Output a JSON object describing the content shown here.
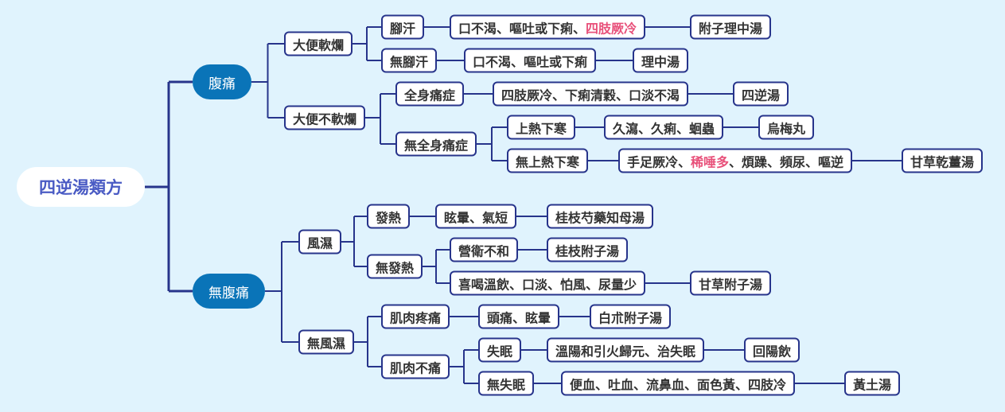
{
  "root": "四逆湯類方",
  "branches": {
    "pain": "腹痛",
    "nopain": "無腹痛"
  },
  "nodes": {
    "stool_loose": "大便軟爛",
    "stool_notloose": "大便不軟爛",
    "leg_sweat": "腳汗",
    "no_leg_sweat": "無腳汗",
    "sym1_a": "口不渴、嘔吐或下痢、",
    "sym1_b": "四肢厥冷",
    "f1": "附子理中湯",
    "sym2": "口不渴、嘔吐或下痢",
    "f2": "理中湯",
    "whole_body": "全身痛症",
    "sym3": "四肢厥冷、下痢清穀、口淡不渴",
    "f3": "四逆湯",
    "no_whole_body": "無全身痛症",
    "upper_heat": "上熱下寒",
    "sym4": "久瀉、久痢、蛔蟲",
    "f4": "烏梅丸",
    "no_upper_heat": "無上熱下寒",
    "sym5_a": "手足厥冷、",
    "sym5_b": "稀唾多",
    "sym5_c": "、煩躁、頻尿、嘔逆",
    "f5": "甘草乾薑湯",
    "wind_damp": "風濕",
    "fever": "發熱",
    "sym6": "眩暈、氣短",
    "f6": "桂枝芍藥知母湯",
    "no_fever": "無發熱",
    "ying_wei": "營衛不和",
    "f7": "桂枝附子湯",
    "sym8": "喜喝溫飲、口淡、怕風、尿量少",
    "f8": "甘草附子湯",
    "no_wind_damp": "無風濕",
    "muscle_pain": "肌肉疼痛",
    "sym9": "頭痛、眩暈",
    "f9": "白朮附子湯",
    "no_muscle_pain": "肌肉不痛",
    "insomnia": "失眠",
    "sym10": "溫陽和引火歸元、治失眠",
    "f10": "回陽飲",
    "no_insomnia": "無失眠",
    "sym11": "便血、吐血、流鼻血、面色黃、四肢冷",
    "f11": "黃土湯"
  },
  "colors": {
    "background": "#e0f3fd",
    "line": "#27348b",
    "main_node": "#0a74b8",
    "root_text": "#4a5bc4",
    "highlight": "#e8507a"
  }
}
